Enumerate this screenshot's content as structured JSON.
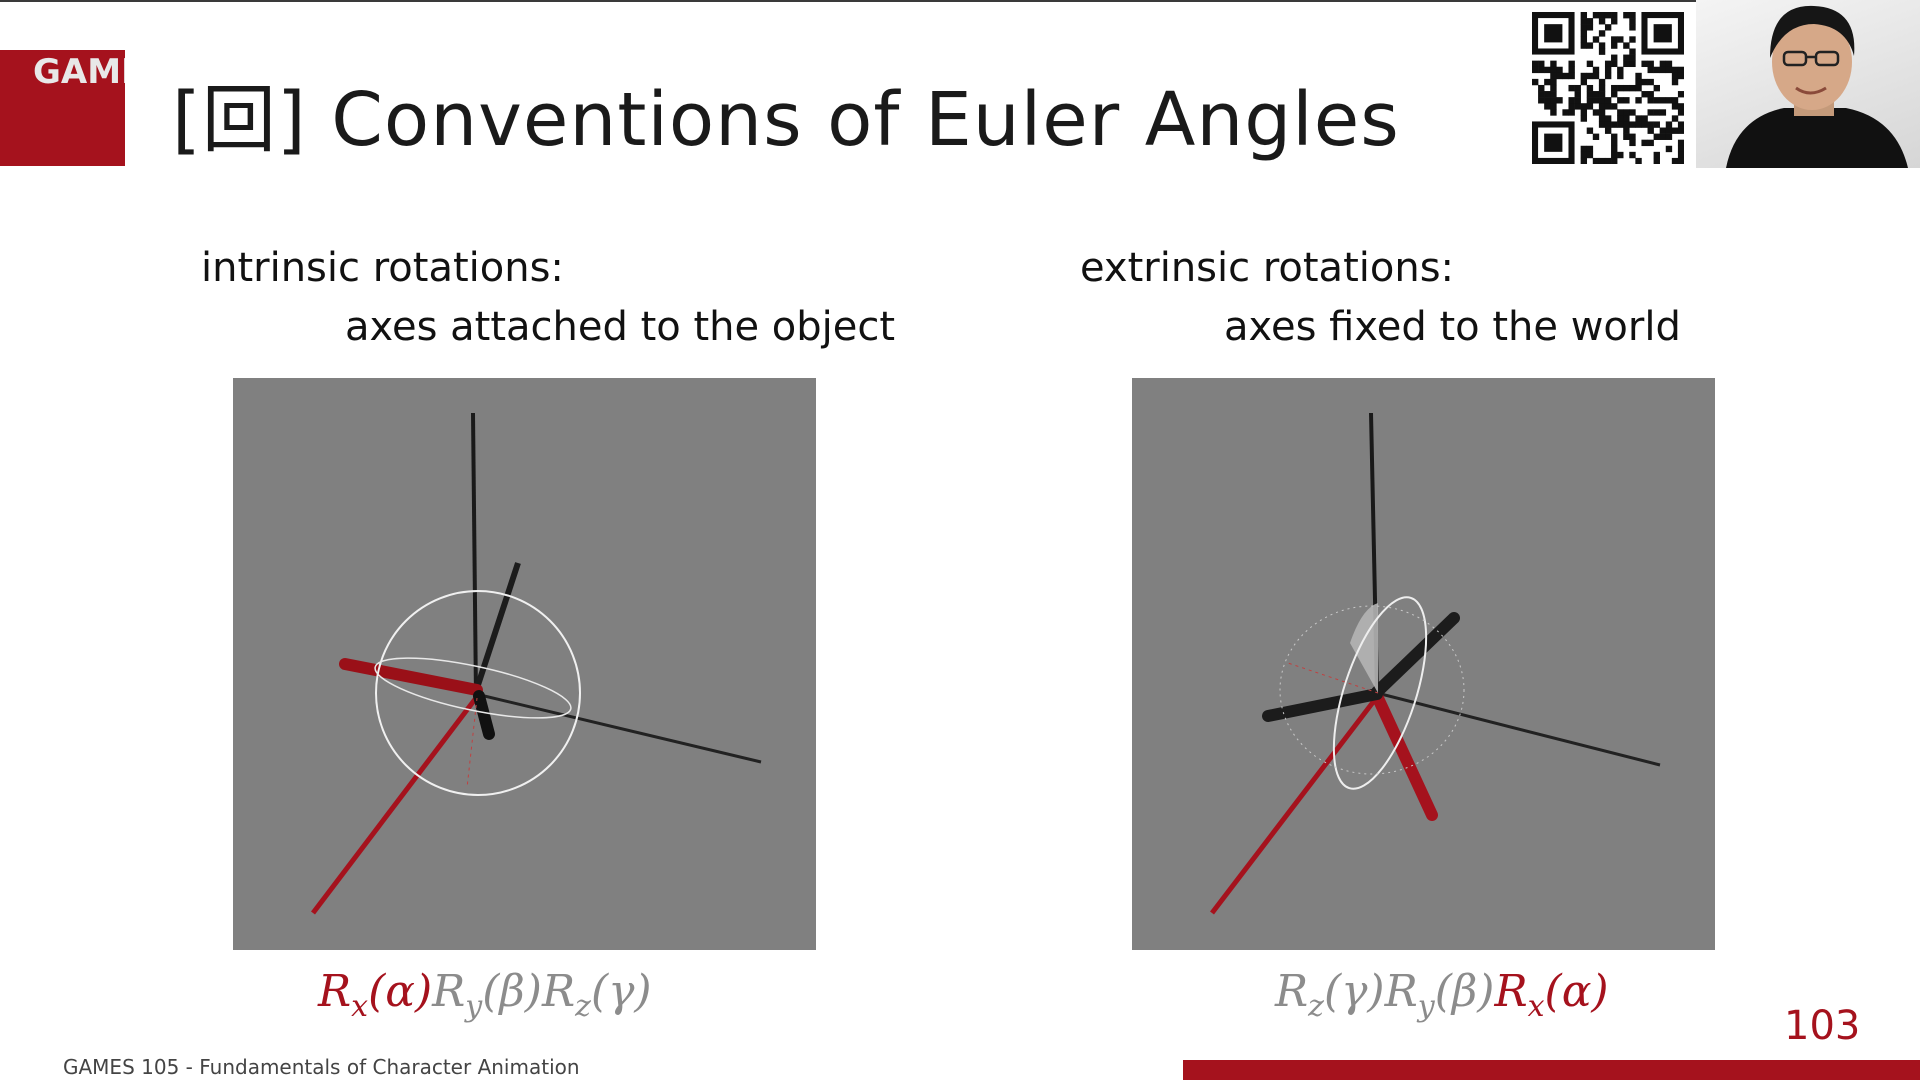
{
  "header": {
    "logo_text": "GAMES",
    "title": "[回] Conventions of Euler Angles"
  },
  "left": {
    "heading": "intrinsic rotations:",
    "subheading": "axes attached to the object",
    "formula": [
      {
        "sym": "R",
        "sub": "x",
        "arg": "(α)",
        "color": "red"
      },
      {
        "sym": "R",
        "sub": "y",
        "arg": "(β)",
        "color": "grey"
      },
      {
        "sym": "R",
        "sub": "z",
        "arg": "(γ)",
        "color": "grey"
      }
    ]
  },
  "right": {
    "heading": "extrinsic rotations:",
    "subheading": "axes fixed to the world",
    "formula": [
      {
        "sym": "R",
        "sub": "z",
        "arg": "(γ)",
        "color": "grey"
      },
      {
        "sym": "R",
        "sub": "y",
        "arg": "(β)",
        "color": "grey"
      },
      {
        "sym": "R",
        "sub": "x",
        "arg": "(α)",
        "color": "red"
      }
    ]
  },
  "footer": {
    "text": "GAMES 105 - Fundamentals of Character Animation",
    "page_number": "103"
  },
  "colors": {
    "accent": "#a5121d",
    "panel_bg": "#808080",
    "formula_grey": "#8c8c8c"
  }
}
